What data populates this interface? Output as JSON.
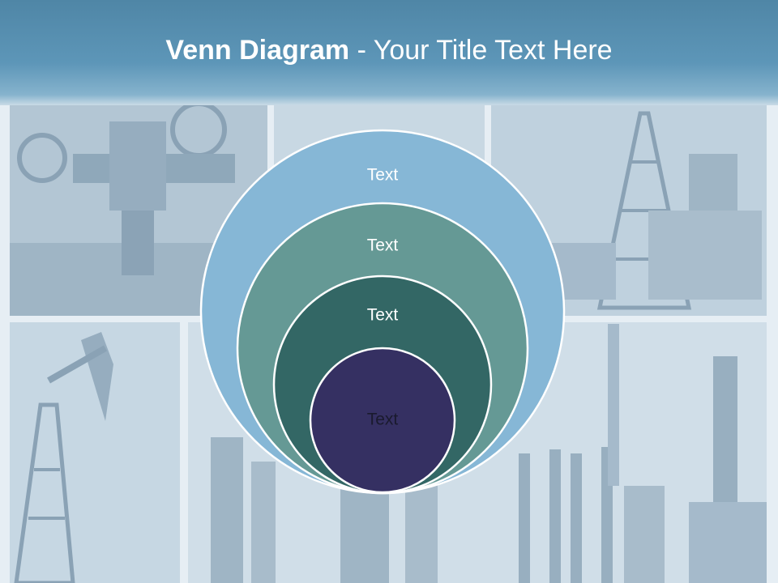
{
  "slide": {
    "title_bold": "Venn Diagram",
    "title_rest": " - Your Title Text Here"
  },
  "diagram": {
    "type": "nested-circles",
    "layers": [
      {
        "label": "Text",
        "color": "#86b7d6"
      },
      {
        "label": "Text",
        "color": "#659995"
      },
      {
        "label": "Text",
        "color": "#336765"
      },
      {
        "label": "Text",
        "color": "#353062"
      }
    ]
  },
  "colors": {
    "header": "#5d96b8",
    "background": "#dfe9f0"
  }
}
